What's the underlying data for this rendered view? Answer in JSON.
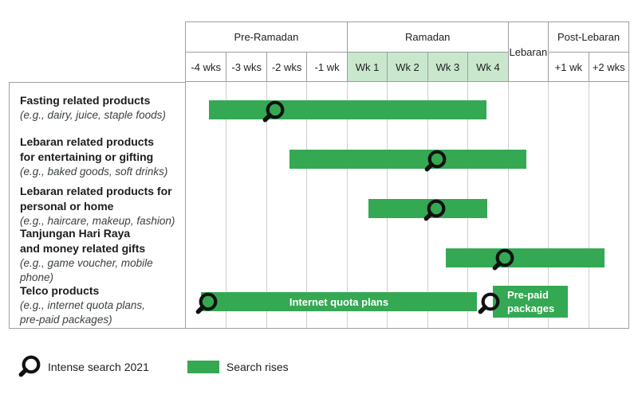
{
  "header": {
    "groups": [
      {
        "label": "Pre-Ramadan"
      },
      {
        "label": "Ramadan"
      },
      {
        "label": "Lebaran"
      },
      {
        "label": "Post-Lebaran"
      }
    ],
    "weeks": [
      {
        "label": "-4 wks",
        "highlight": false
      },
      {
        "label": "-3 wks",
        "highlight": false
      },
      {
        "label": "-2 wks",
        "highlight": false
      },
      {
        "label": "-1 wk",
        "highlight": false
      },
      {
        "label": "Wk 1",
        "highlight": true
      },
      {
        "label": "Wk 2",
        "highlight": true
      },
      {
        "label": "Wk 3",
        "highlight": true
      },
      {
        "label": "Wk 4",
        "highlight": true
      },
      {
        "label": "+1 wk",
        "highlight": false
      },
      {
        "label": "+2 wks",
        "highlight": false
      }
    ]
  },
  "legend": {
    "intense_label": "Intense search 2021",
    "rises_label": "Search rises"
  },
  "colors": {
    "bar_green": "#34a853",
    "week_highlight": "#c9e7cd",
    "grid_line": "#cfcfcf",
    "border": "#9e9e9e",
    "magnifier": "#111111"
  },
  "chart_data": {
    "type": "gantt",
    "title": "",
    "x_unit": "timeline columns; 1 unit = 1 column width, 0 = left edge of '-4 wks', 11 = right edge of '+2 wks'",
    "columns": [
      "-4 wks",
      "-3 wks",
      "-2 wks",
      "-1 wk",
      "Wk 1",
      "Wk 2",
      "Wk 3",
      "Wk 4",
      "Lebaran",
      "+1 wk",
      "+2 wks"
    ],
    "column_groups": [
      {
        "label": "Pre-Ramadan",
        "columns": [
          "-4 wks",
          "-3 wks",
          "-2 wks",
          "-1 wk"
        ]
      },
      {
        "label": "Ramadan",
        "columns": [
          "Wk 1",
          "Wk 2",
          "Wk 3",
          "Wk 4"
        ],
        "highlighted": true
      },
      {
        "label": "Lebaran",
        "columns": [
          "Lebaran"
        ]
      },
      {
        "label": "Post-Lebaran",
        "columns": [
          "+1 wk",
          "+2 wks"
        ]
      }
    ],
    "rows": [
      {
        "label_lines": [
          "Fasting related products"
        ],
        "example_lines": [
          "(e.g., dairy, juice, staple foods)"
        ],
        "bars": [
          {
            "start": 0.58,
            "end": 7.47,
            "label": ""
          }
        ],
        "magnifiers": [
          2.22
        ]
      },
      {
        "label_lines": [
          "Lebaran related products",
          "for entertaining or gifting"
        ],
        "example_lines": [
          "(e.g., baked goods, soft drinks)"
        ],
        "bars": [
          {
            "start": 2.58,
            "end": 8.46,
            "label": ""
          }
        ],
        "magnifiers": [
          6.24
        ]
      },
      {
        "label_lines": [
          "Lebaran related products for",
          "personal or home"
        ],
        "example_lines": [
          "(e.g., haircare, makeup, fashion)"
        ],
        "bars": [
          {
            "start": 4.54,
            "end": 7.49,
            "label": ""
          }
        ],
        "magnifiers": [
          6.22
        ]
      },
      {
        "label_lines": [
          "Tanjungan Hari Raya",
          "and money related gifts"
        ],
        "example_lines": [
          "(e.g., game voucher, mobile phone)"
        ],
        "bars": [
          {
            "start": 6.46,
            "end": 10.4,
            "label": ""
          }
        ],
        "magnifiers": [
          7.93
        ]
      },
      {
        "label_lines": [
          "Telco products"
        ],
        "example_lines": [
          "(e.g., internet quota plans,",
          "pre-paid packages)"
        ],
        "bars": [
          {
            "start": 0.38,
            "end": 7.23,
            "label": "Internet quota plans"
          },
          {
            "start": 7.63,
            "end": 9.5,
            "label_lines": [
              "Pre-paid",
              "packages"
            ],
            "tall": true
          }
        ],
        "magnifiers": [
          0.55,
          7.57
        ]
      }
    ],
    "legend": [
      {
        "symbol": "magnifier",
        "label": "Intense search 2021"
      },
      {
        "symbol": "green-bar",
        "label": "Search rises"
      }
    ]
  }
}
